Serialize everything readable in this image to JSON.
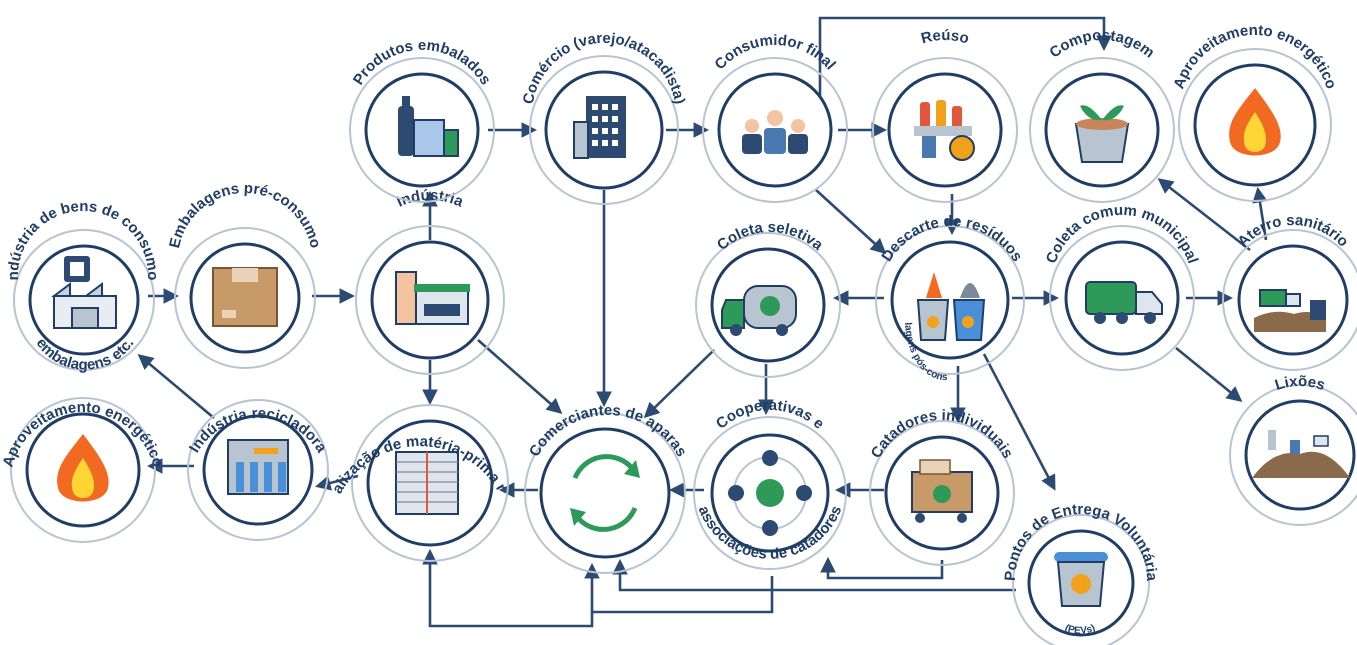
{
  "nodes": {
    "industria_bens": {
      "label_top": "Indústria de bens de consumo,",
      "label_bottom": "embalagens etc.",
      "icon": "factory-icon"
    },
    "embalagens_pre": {
      "label": "Embalagens pré-consumo",
      "icon": "cardboard-box-icon"
    },
    "industria": {
      "label": "Indústria",
      "icon": "industry-building-icon"
    },
    "produtos_embalados": {
      "label": "Produtos embalados",
      "icon": "bottles-icon"
    },
    "comercio": {
      "label": "Comércio (varejo/atacadista)",
      "icon": "office-building-icon"
    },
    "consumidor_final": {
      "label": "Consumidor final",
      "icon": "people-icon"
    },
    "reuso": {
      "label": "Reúso",
      "icon": "reuse-products-icon"
    },
    "compostagem": {
      "label": "Compostagem",
      "icon": "compost-bin-icon"
    },
    "aproveitamento_top": {
      "label": "Aproveitamento energético",
      "icon": "flame-icon"
    },
    "aterro": {
      "label": "Aterro sanitário",
      "icon": "landfill-truck-icon"
    },
    "coleta_comum": {
      "label": "Coleta comum municipal",
      "icon": "garbage-truck-icon"
    },
    "lixoes": {
      "label": "Lixões",
      "icon": "dump-icon"
    },
    "descarte": {
      "label": "Descarte de resíduos",
      "sublabel": "(embalagens pós-consumo)",
      "icon": "waste-bins-icon"
    },
    "coleta_seletiva": {
      "label": "Coleta seletiva",
      "icon": "recycling-truck-icon"
    },
    "catadores_individuais": {
      "label": "Catadores individuais",
      "icon": "cart-icon"
    },
    "pev": {
      "label": "Pontos de Entrega Voluntária",
      "sublabel": "(PEVs)",
      "icon": "recycling-bin-icon"
    },
    "cooperativas": {
      "label_top": "Cooperativas e",
      "label_bottom": "associações de catadores",
      "icon": "network-recycling-icon"
    },
    "comerciantes": {
      "label": "Comerciantes de aparas",
      "icon": "cycle-arrows-icon"
    },
    "comercializacao": {
      "label": "Comercialização de matéria-prima reciclável",
      "icon": "bale-icon"
    },
    "industria_recicladora": {
      "label": "Indústria recicladora",
      "icon": "recycling-factory-icon"
    },
    "aproveitamento_left": {
      "label": "Aproveitamento energético",
      "icon": "flame-icon"
    }
  },
  "colors": {
    "navy": "#1f3d66",
    "ring": "#b9c4d1",
    "flame": "#f26a21",
    "recycle": "#2e9a5a"
  }
}
